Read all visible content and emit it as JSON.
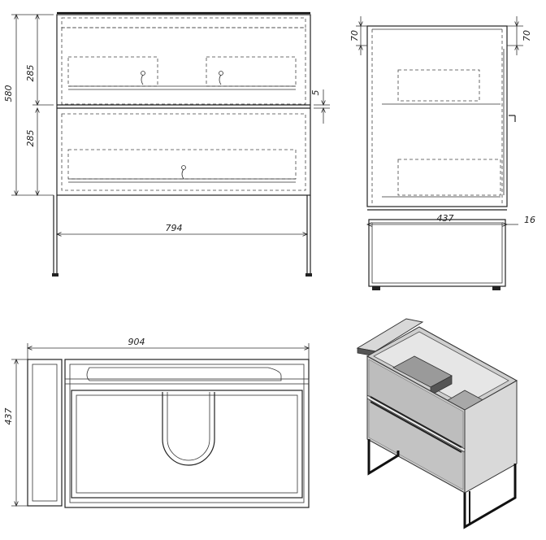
{
  "drawing": {
    "front_view": {
      "total_height": "580",
      "drawer_height_top": "285",
      "drawer_height_bottom": "285",
      "gap": "5",
      "inner_width": "794"
    },
    "side_view": {
      "top_offset": "70",
      "top_offset_right": "70",
      "depth": "437",
      "panel_thickness": "16"
    },
    "top_view": {
      "total_width": "904",
      "depth": "437"
    }
  }
}
